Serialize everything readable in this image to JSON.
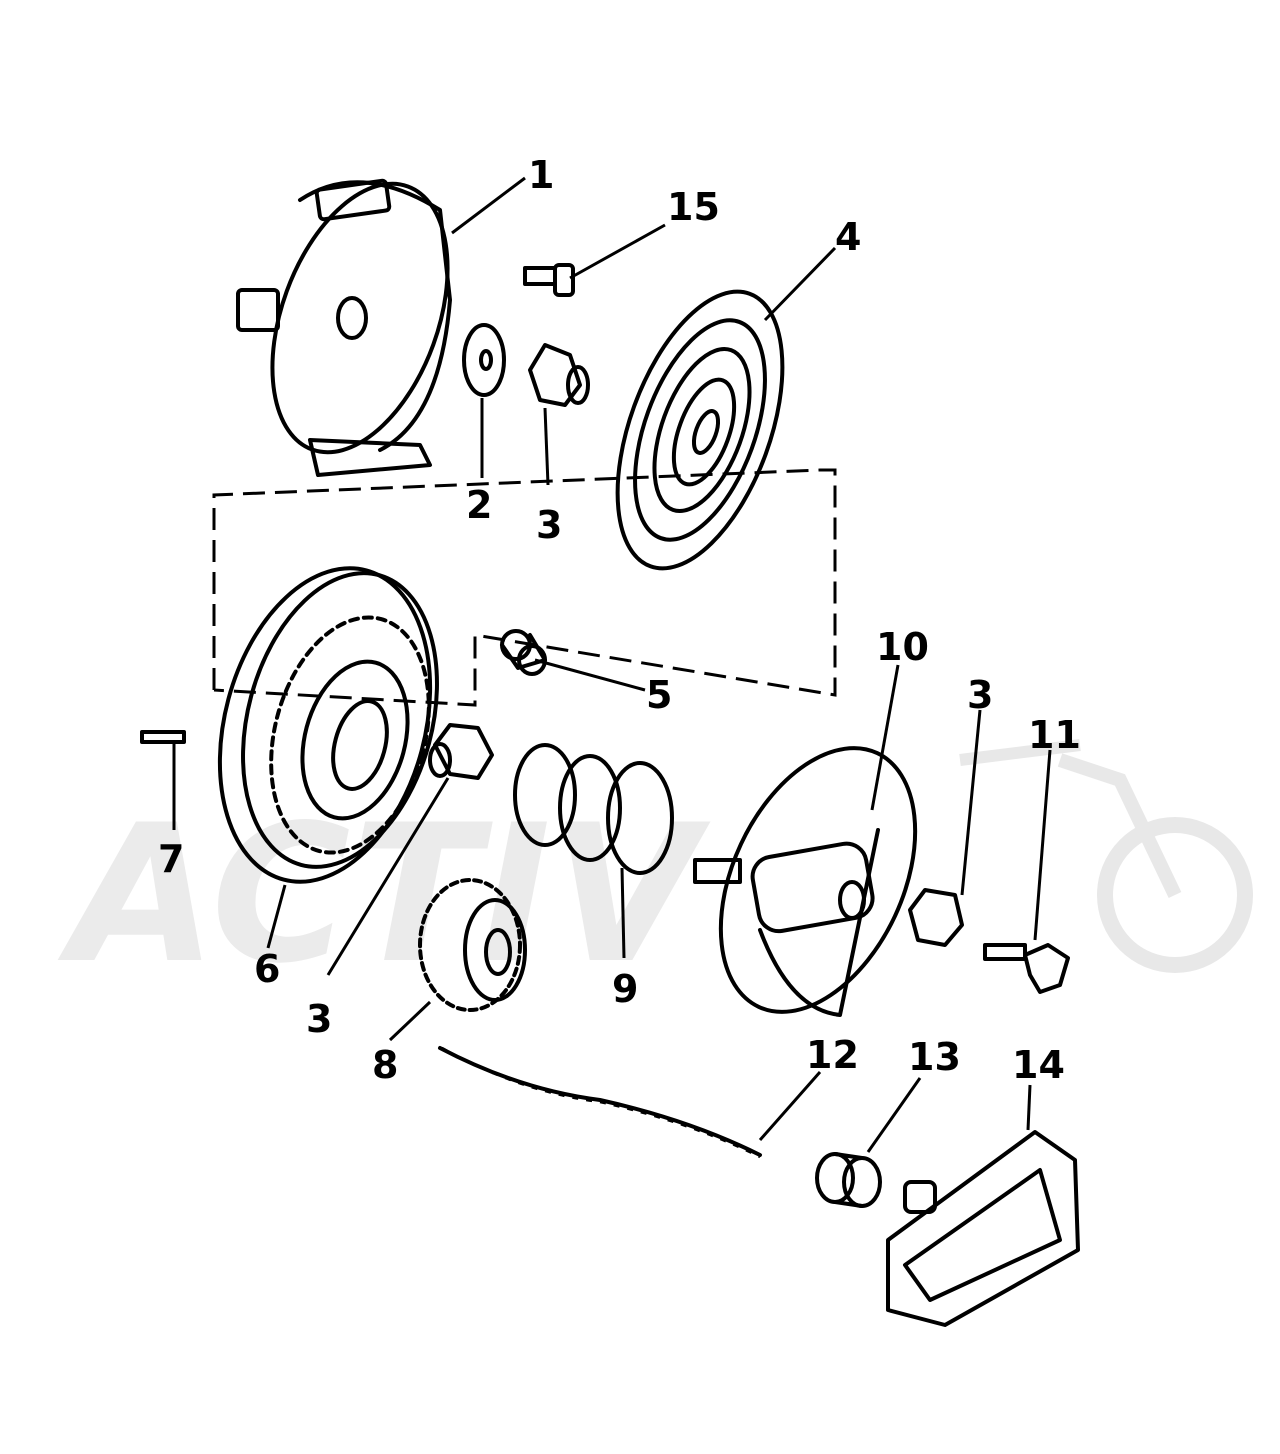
{
  "watermark": {
    "text": "ACTIV"
  },
  "callouts": [
    {
      "id": "1",
      "label": "1"
    },
    {
      "id": "15",
      "label": "15"
    },
    {
      "id": "4",
      "label": "4"
    },
    {
      "id": "2",
      "label": "2"
    },
    {
      "id": "3a",
      "label": "3"
    },
    {
      "id": "10",
      "label": "10"
    },
    {
      "id": "3b",
      "label": "3"
    },
    {
      "id": "11",
      "label": "11"
    },
    {
      "id": "5",
      "label": "5"
    },
    {
      "id": "7",
      "label": "7"
    },
    {
      "id": "6",
      "label": "6"
    },
    {
      "id": "3c",
      "label": "3"
    },
    {
      "id": "9",
      "label": "9"
    },
    {
      "id": "8",
      "label": "8"
    },
    {
      "id": "12",
      "label": "12"
    },
    {
      "id": "13",
      "label": "13"
    },
    {
      "id": "14",
      "label": "14"
    }
  ]
}
